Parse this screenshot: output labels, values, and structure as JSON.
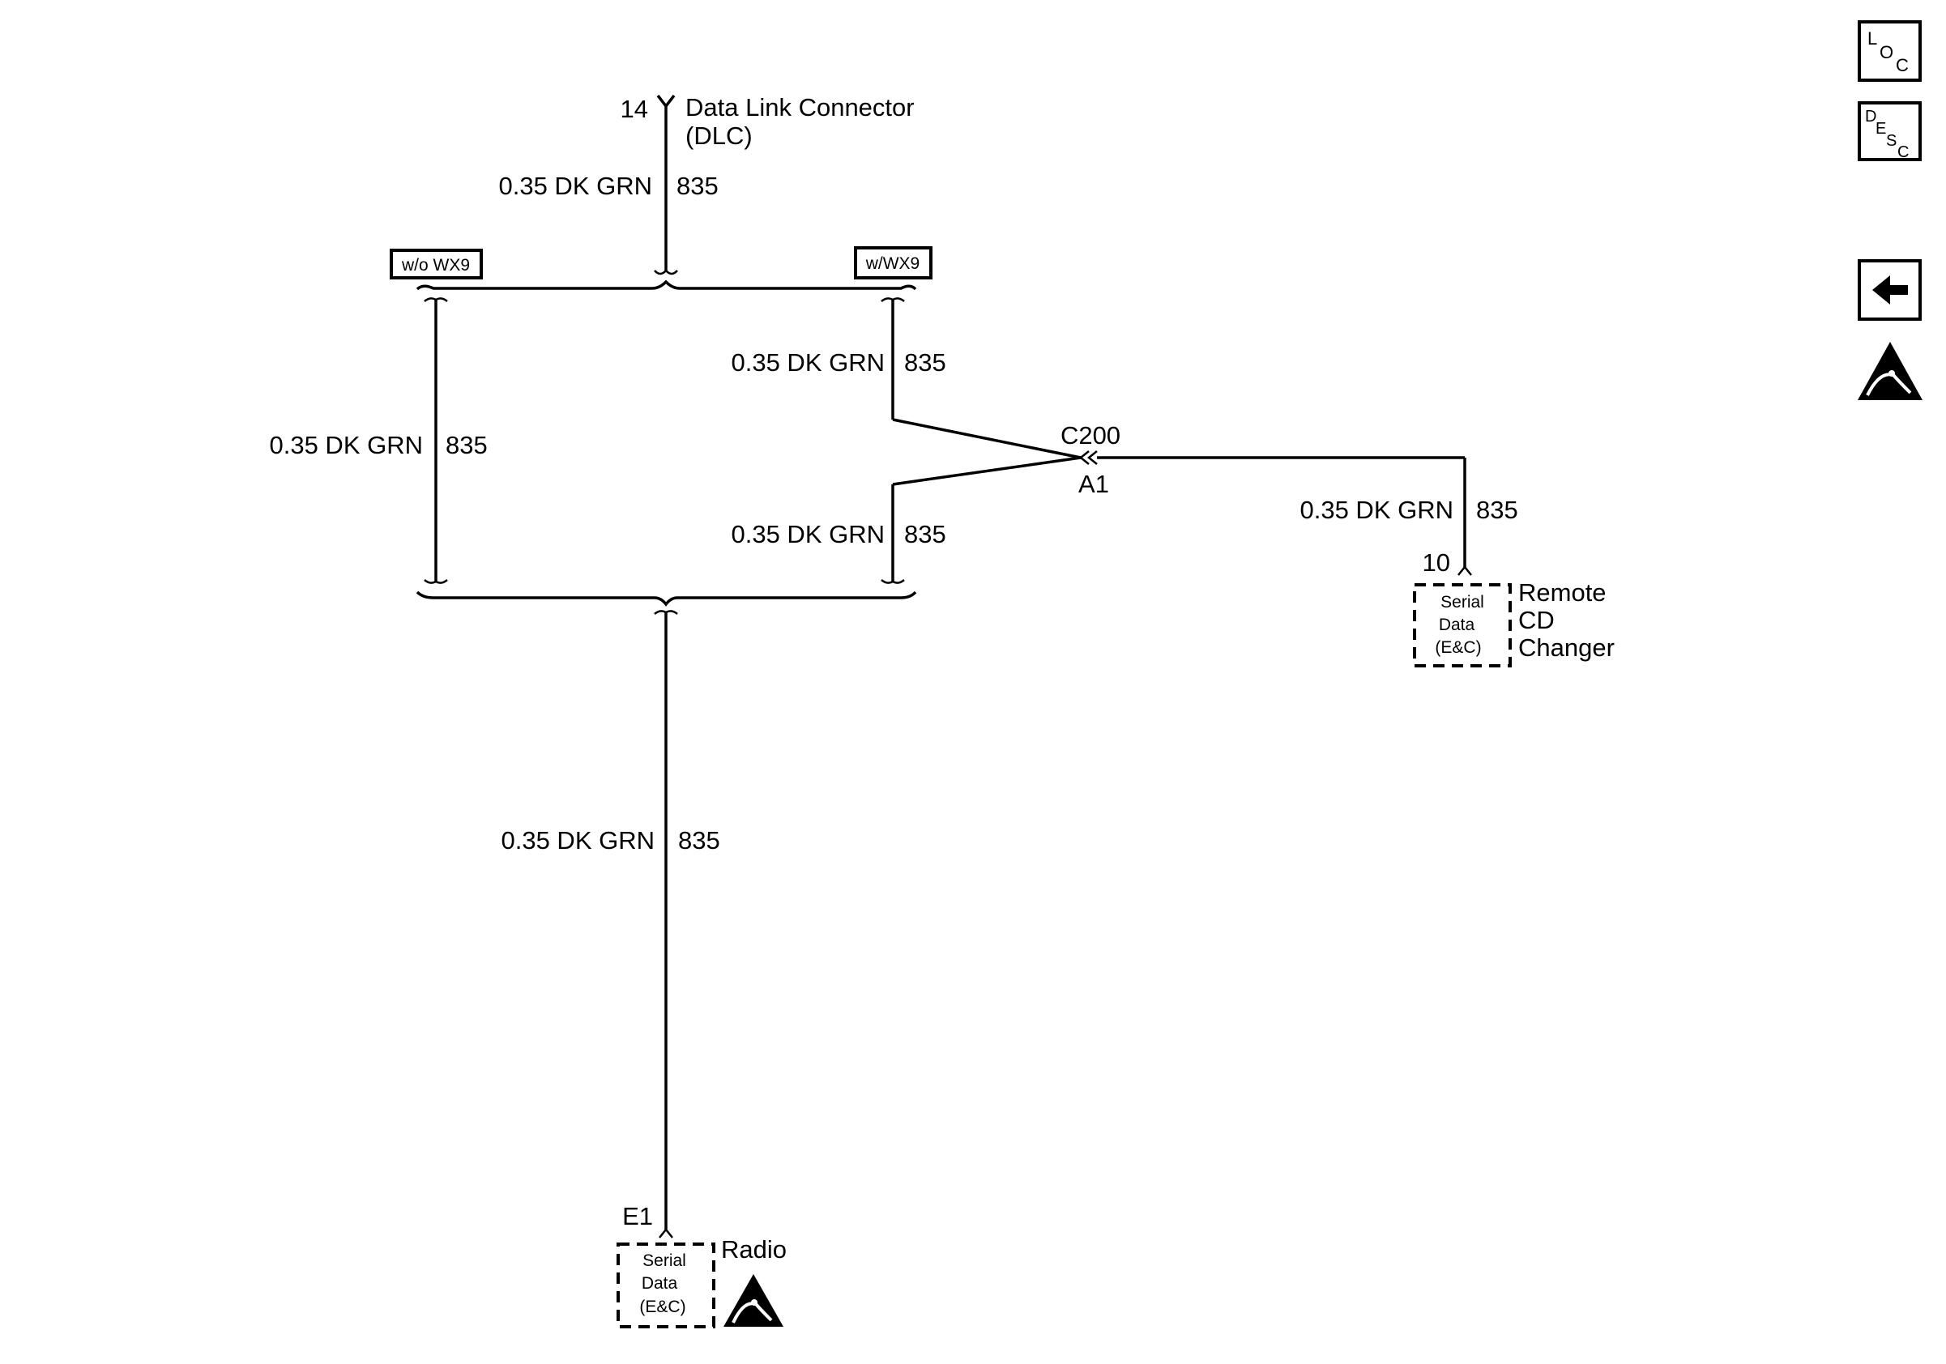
{
  "dlc": {
    "pin": "14",
    "name_line1": "Data Link Connector",
    "name_line2": "(DLC)"
  },
  "wires": {
    "top": {
      "size_color": "0.35 DK GRN",
      "circuit": "835"
    },
    "left": {
      "size_color": "0.35 DK GRN",
      "circuit": "835"
    },
    "upper_right": {
      "size_color": "0.35 DK GRN",
      "circuit": "835"
    },
    "lower_right": {
      "size_color": "0.35 DK GRN",
      "circuit": "835"
    },
    "cd_changer": {
      "size_color": "0.35 DK GRN",
      "circuit": "835"
    },
    "radio": {
      "size_color": "0.35 DK GRN",
      "circuit": "835"
    }
  },
  "options": {
    "without": "w/o WX9",
    "with": "w/WX9"
  },
  "connector": {
    "name": "C200",
    "pin": "A1"
  },
  "cd_changer": {
    "pin": "10",
    "inner_line1": "Serial",
    "inner_line2": "Data",
    "inner_line3": "(E&C)",
    "name_line1": "Remote",
    "name_line2": "CD",
    "name_line3": "Changer"
  },
  "radio": {
    "pin": "E1",
    "inner_line1": "Serial",
    "inner_line2": "Data",
    "inner_line3": "(E&C)",
    "name": "Radio"
  },
  "nav": {
    "loc": {
      "l": "L",
      "o": "O",
      "c": "C"
    },
    "desc": {
      "d": "D",
      "e": "E",
      "s": "S",
      "c": "C"
    },
    "back_icon": "left-arrow-icon",
    "esd_icon": "esd-warning-icon"
  }
}
